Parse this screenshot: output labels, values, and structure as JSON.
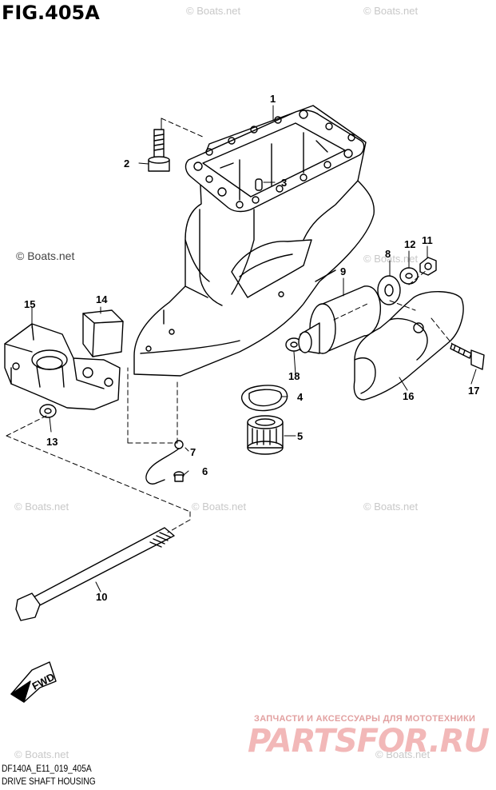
{
  "figure": {
    "title": "FIG.405A",
    "model_code": "DF140A_E11_019_405A",
    "caption": "DRIVE SHAFT HOUSING"
  },
  "watermarks": {
    "text": "© Boats.net",
    "prominent": "© Boats.net"
  },
  "overlay": {
    "ru_line": "ЗАПЧАСТИ И АКСЕССУАРЫ ДЛЯ МОТОТЕХНИКИ",
    "brand": "PARTSFOR.RU",
    "color": "#f2b8b8"
  },
  "fwd_label": "FWD",
  "callouts": [
    {
      "id": "1",
      "text": "1"
    },
    {
      "id": "2",
      "text": "2"
    },
    {
      "id": "3",
      "text": "3"
    },
    {
      "id": "4",
      "text": "4"
    },
    {
      "id": "5",
      "text": "5"
    },
    {
      "id": "6",
      "text": "6"
    },
    {
      "id": "7",
      "text": "7"
    },
    {
      "id": "8",
      "text": "8"
    },
    {
      "id": "9",
      "text": "9"
    },
    {
      "id": "10",
      "text": "10"
    },
    {
      "id": "11",
      "text": "11"
    },
    {
      "id": "12",
      "text": "12"
    },
    {
      "id": "13",
      "text": "13"
    },
    {
      "id": "14",
      "text": "14"
    },
    {
      "id": "15",
      "text": "15"
    },
    {
      "id": "16",
      "text": "16"
    },
    {
      "id": "17",
      "text": "17"
    },
    {
      "id": "18",
      "text": "18"
    }
  ]
}
